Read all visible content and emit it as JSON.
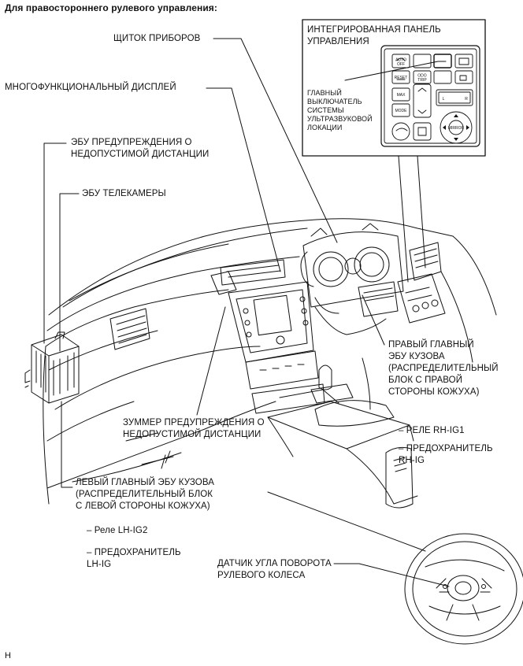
{
  "header": {
    "title": "Для правостороннего рулевого управления:"
  },
  "labels": {
    "instrument_panel": "ЩИТОК ПРИБОРОВ",
    "multi_display": "МНОГОФУНКЦИОНАЛЬНЫЙ ДИСПЛЕЙ",
    "clearance_warning_ecu": "ЭБУ ПРЕДУПРЕЖДЕНИЯ О\nНЕДОПУСТИМОЙ ДИСТАНЦИИ",
    "tv_camera_ecu": "ЭБУ ТЕЛЕКАМЕРЫ",
    "integrated_panel": "ИНТЕГРИРОВАННАЯ ПАНЕЛЬ\nУПРАВЛЕНИЯ",
    "sonar_main_switch": "ГЛАВНЫЙ\nВЫКЛЮЧАТЕЛЬ\nСИСТЕМЫ\nУЛЬТРАЗВУКОВОЙ\nЛОКАЦИИ",
    "rh_main_body_ecu": "ПРАВЫЙ ГЛАВНЫЙ\nЭБУ КУЗОВА\n(РАСПРЕДЕЛИТЕЛЬНЫЙ\nБЛОК С ПРАВОЙ\nСТОРОНЫ КОЖУХА)",
    "clearance_buzzer": "ЗУММЕР ПРЕДУПРЕЖДЕНИЯ О\nНЕДОПУСТИМОЙ ДИСТАНЦИИ",
    "relay_rh_ig1": "– РЕЛЕ RH-IG1",
    "fuse_rh_ig": "– ПРЕДОХРАНИТЕЛЬ\nRH-IG",
    "lh_main_body_ecu": "ЛЕВЫЙ ГЛАВНЫЙ ЭБУ КУЗОВА\n(РАСПРЕДЕЛИТЕЛЬНЫЙ БЛОК\nС ЛЕВОЙ СТОРОНЫ КОЖУХА)",
    "relay_lh_ig2": "– Реле LH-IG2",
    "fuse_lh_ig": "– ПРЕДОХРАНИТЕЛЬ\nLH-IG",
    "steering_angle_sensor": "ДАТЧИК УГЛА ПОВОРОТА\nРУЛЕВОГО КОЛЕСА",
    "corner_mark": "H"
  },
  "buttons": {
    "auto_off": "AUTO\nOFF",
    "reset": "RESET",
    "odo_trip": "ODO\nTRIP",
    "max": "MAX",
    "mode": "MODE",
    "l": "L",
    "r": "R",
    "mirror": "MIRROR"
  }
}
